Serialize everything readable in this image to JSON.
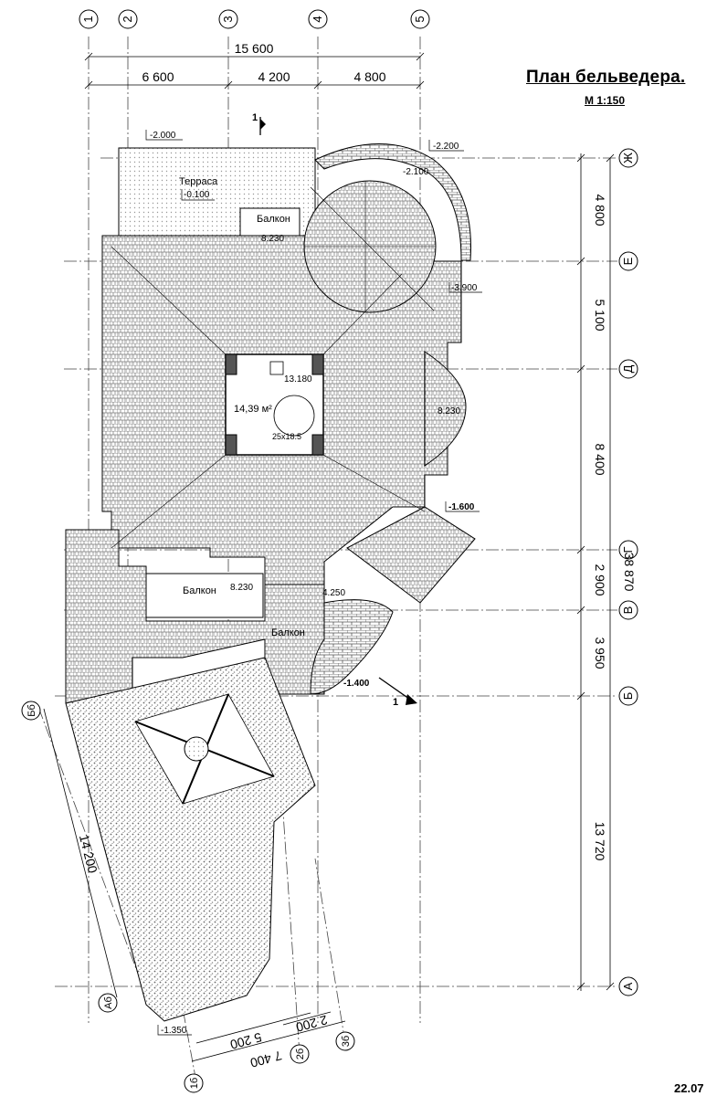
{
  "title": "План бельведера.",
  "scale": "М 1:150",
  "sheet": "22.07",
  "axes_vertical": [
    "1",
    "2",
    "3",
    "4",
    "5"
  ],
  "axes_horizontal": [
    "Ж",
    "Е",
    "Д",
    "Г",
    "В",
    "Б",
    "А"
  ],
  "axes_inclined": [
    "Бб",
    "Аб",
    "1б",
    "2б",
    "3б"
  ],
  "dims_top": {
    "total": "15 600",
    "parts": [
      "6 600",
      "4 200",
      "4 800"
    ]
  },
  "dims_right": {
    "parts": [
      "4 800",
      "5 100",
      "8 400",
      "2 900",
      "3 950",
      "13 720"
    ],
    "total": "38 870"
  },
  "dims_inclined": {
    "long": "14 200",
    "bottom": [
      "2 200",
      "5 200",
      "7 400"
    ]
  },
  "section_mark": "1",
  "room_labels": {
    "terrace": "Терраса",
    "balcony_top": "Балкон",
    "balcony_mid": "Балкон",
    "balcony_low": "Балкон",
    "area": "14,39 м²",
    "stair_note": "25x18.5"
  },
  "levels": [
    "-2.000",
    "-0.100",
    "8.230",
    "-2.200",
    "-2.100",
    "-3.900",
    "13.180",
    "8.230",
    "-1.600",
    "8.230",
    "4.250",
    "-1.400",
    "-1.350"
  ]
}
